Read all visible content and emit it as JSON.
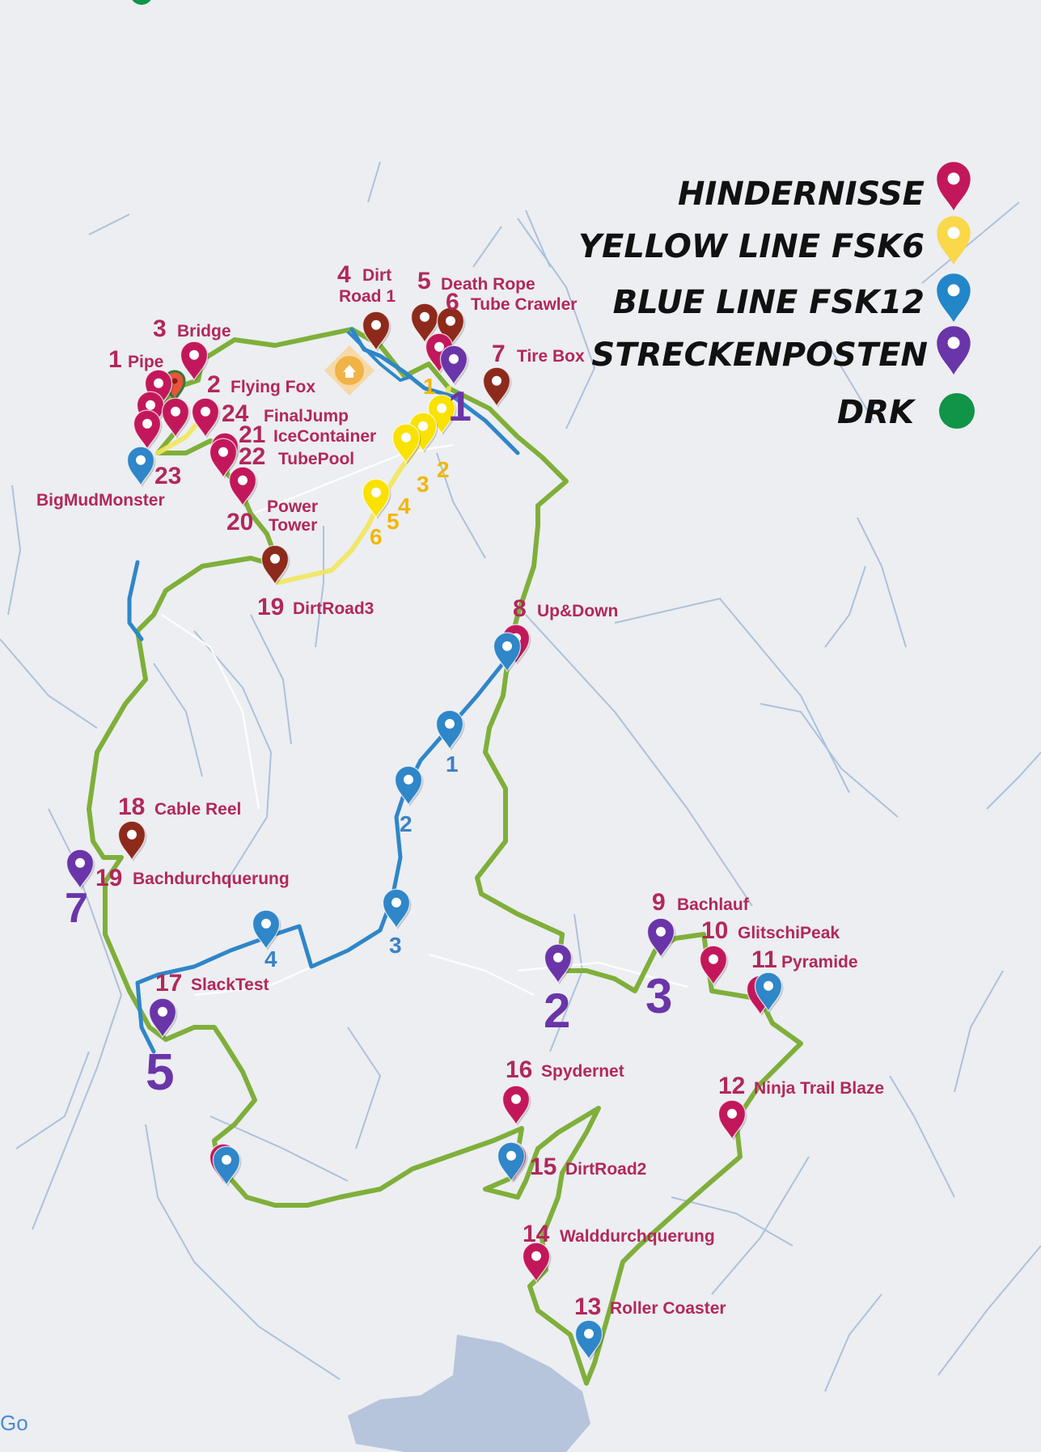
{
  "legend": {
    "hindernisse": "HINDERNISSE",
    "yellow_line": "YELLOW LINE FSK6",
    "blue_line": "BLUE LINE FSK12",
    "streckenposten": "STRECKENPOSTEN",
    "drk": "DRK"
  },
  "colors": {
    "obstacle": "#c2185b",
    "obstacle_dark": "#8d2a1c",
    "yellow": "#f2d600",
    "yellow_num": "#f2b705",
    "blue": "#2f86c8",
    "blue_num": "#3c82c4",
    "purple": "#6a35a8",
    "green": "#7faf3a",
    "drk": "#109447",
    "label": "#b2285a",
    "water": "#b6c5dc"
  },
  "obstacles": [
    {
      "num": "1",
      "name": "Pipe"
    },
    {
      "num": "2",
      "name": "Flying Fox"
    },
    {
      "num": "3",
      "name": "Bridge"
    },
    {
      "num": "4",
      "name": "Dirt Road 1"
    },
    {
      "num": "5",
      "name": "Death Rope"
    },
    {
      "num": "6",
      "name": "Tube Crawler"
    },
    {
      "num": "7",
      "name": "Tire Box"
    },
    {
      "num": "8",
      "name": "Up&Down"
    },
    {
      "num": "9",
      "name": "Bachlauf"
    },
    {
      "num": "10",
      "name": "GlitschiPeak"
    },
    {
      "num": "11",
      "name": "Pyramide"
    },
    {
      "num": "12",
      "name": "Ninja Trail Blaze"
    },
    {
      "num": "13",
      "name": "Roller Coaster"
    },
    {
      "num": "14",
      "name": "Walddurchquerung"
    },
    {
      "num": "15",
      "name": "DirtRoad2"
    },
    {
      "num": "16",
      "name": "Spydernet"
    },
    {
      "num": "17",
      "name": "SlackTest"
    },
    {
      "num": "18",
      "name": "Cable Reel"
    },
    {
      "num": "19",
      "name": "Bachdurchquerung"
    },
    {
      "num": "19",
      "name": "DirtRoad3"
    },
    {
      "num": "20",
      "name": "Power Tower"
    },
    {
      "num": "21",
      "name": "IceContainer"
    },
    {
      "num": "22",
      "name": "TubePool"
    },
    {
      "num": "23",
      "name": ""
    },
    {
      "num": "24",
      "name": "FinalJump"
    }
  ],
  "extra_labels": {
    "big_mud_monster": "BigMudMonster"
  },
  "yellow_stations": [
    "1",
    "2",
    "3",
    "4",
    "5",
    "6"
  ],
  "blue_stations": [
    "1",
    "2",
    "3",
    "4"
  ],
  "streckenposten": [
    "1",
    "2",
    "3",
    "5",
    "7"
  ],
  "attribution": "Go"
}
